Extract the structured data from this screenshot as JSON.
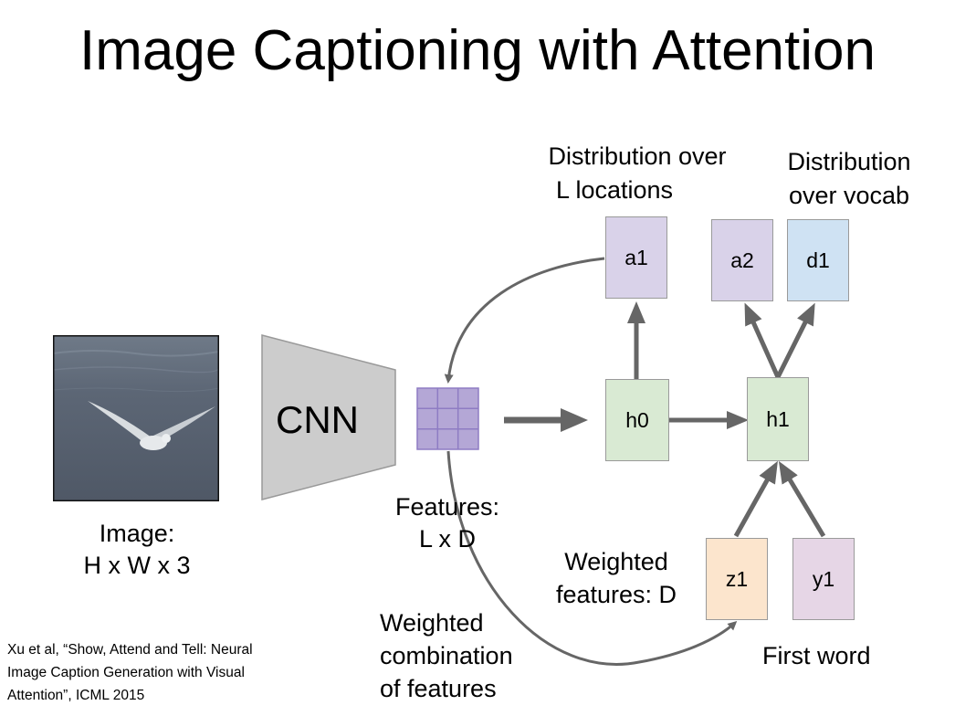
{
  "slide": {
    "title": "Image Captioning with Attention"
  },
  "image": {
    "label_line1": "Image:",
    "label_line2": "H x W x 3"
  },
  "cnn": {
    "label": "CNN"
  },
  "features": {
    "label_line1": "Features:",
    "label_line2": "L x D"
  },
  "annotations": {
    "dist_locations_line1": "Distribution over",
    "dist_locations_line2": "L locations",
    "dist_vocab_line1": "Distribution",
    "dist_vocab_line2": "over vocab",
    "weighted_features_line1": "Weighted",
    "weighted_features_line2": "features: D",
    "weighted_combination_line1": "Weighted",
    "weighted_combination_line2": "combination",
    "weighted_combination_line3": "of features",
    "first_word": "First word"
  },
  "nodes": {
    "a1": "a1",
    "a2": "a2",
    "d1": "d1",
    "h0": "h0",
    "h1": "h1",
    "z1": "z1",
    "y1": "y1"
  },
  "colors": {
    "attention": "#d9d2e9",
    "vocab": "#cfe2f3",
    "hidden": "#d9ead3",
    "context": "#fce5cd",
    "word": "#e6d6e6",
    "feature_grid": "#b4a7d6",
    "cnn": "#cccccc",
    "arrow": "#666666"
  },
  "citation": {
    "line1": "Xu et al, “Show, Attend and Tell: Neural",
    "line2": "Image Caption Generation with Visual",
    "line3": "Attention”, ICML 2015"
  }
}
